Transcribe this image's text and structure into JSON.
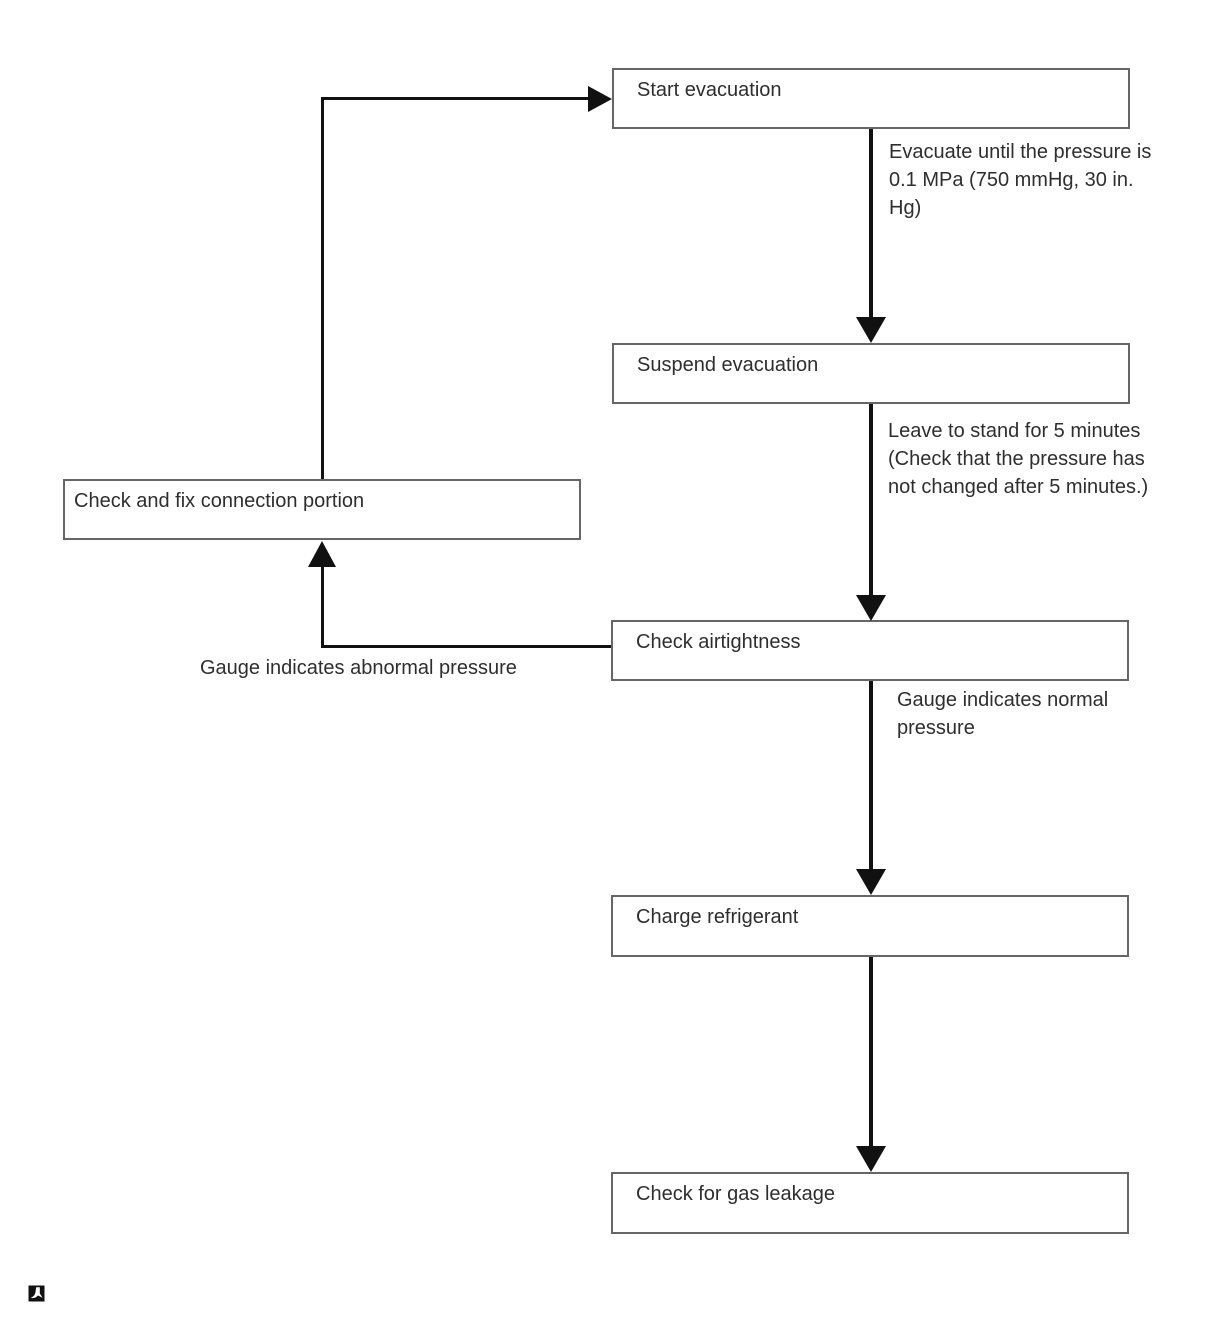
{
  "nodes": [
    {
      "id": "start-evacuation",
      "label": "Start evacuation"
    },
    {
      "id": "suspend-evacuation",
      "label": "Suspend evacuation"
    },
    {
      "id": "check-airtightness",
      "label": "Check airtightness"
    },
    {
      "id": "charge-refrigerant",
      "label": "Charge refrigerant"
    },
    {
      "id": "check-for-gas-leakage",
      "label": "Check for gas leakage"
    },
    {
      "id": "check-and-fix-connection-portion",
      "label": "Check and fix connection portion"
    }
  ],
  "annotations": [
    {
      "id": "evacuate-condition",
      "lines": [
        "Evacuate until the pressure is",
        "0.1 MPa (750 mmHg, 30 in.",
        "Hg)"
      ]
    },
    {
      "id": "stand-condition",
      "lines": [
        "Leave to stand for 5 minutes",
        "(Check that the pressure has",
        "not changed after 5 minutes.)"
      ]
    },
    {
      "id": "normal-pressure-condition",
      "lines": [
        "Gauge indicates normal",
        "pressure"
      ]
    },
    {
      "id": "abnormal-pressure-condition",
      "lines": [
        "Gauge indicates abnormal pressure"
      ]
    }
  ],
  "colors": {
    "background": "#ffffff",
    "box_border": "#666666",
    "connector_line": "#111111",
    "text": "#2e2e2e"
  },
  "footer": {
    "icon": "image-placeholder-icon"
  }
}
